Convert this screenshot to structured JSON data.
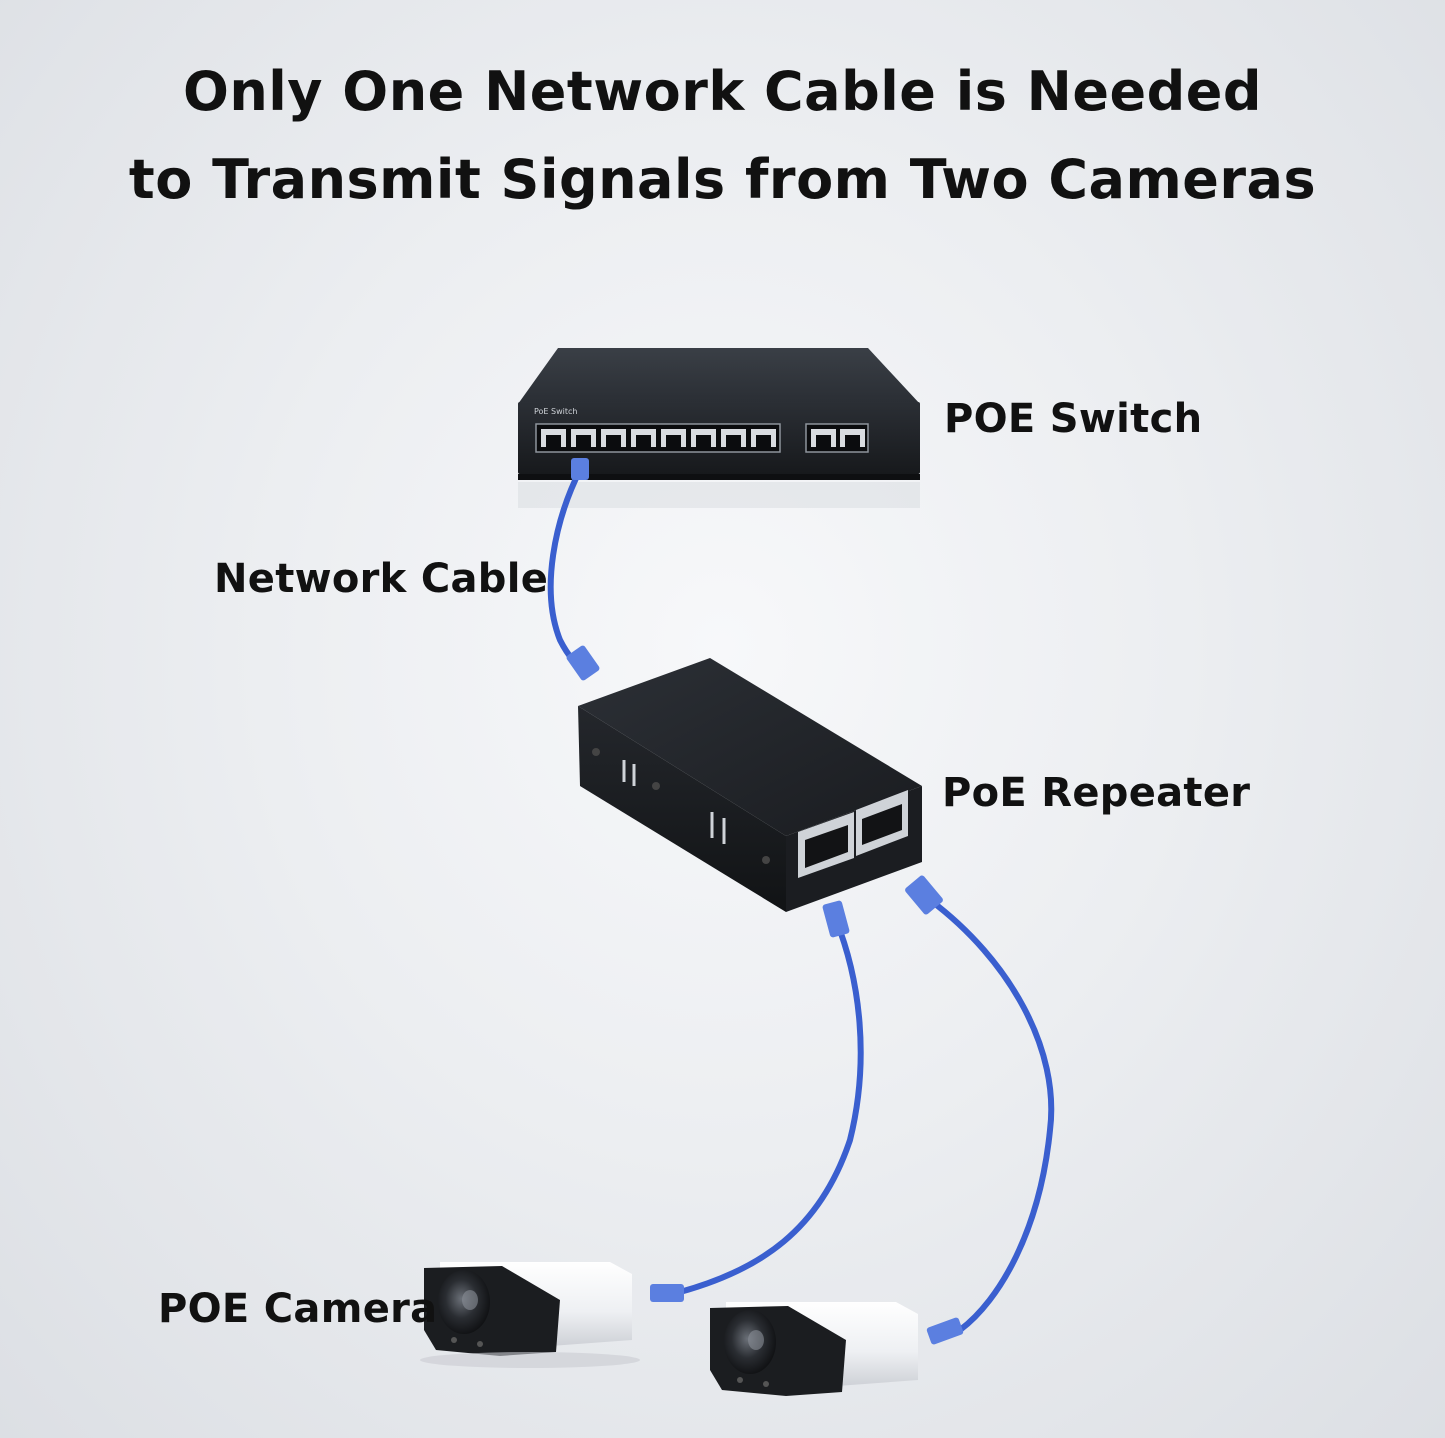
{
  "title": {
    "line1": "Only One Network Cable is Needed",
    "line2": "to Transmit Signals from Two Cameras"
  },
  "labels": {
    "poe_switch": "POE Switch",
    "network_cable": "Network Cable",
    "poe_repeater": "PoE Repeater",
    "poe_camera": "POE Camera"
  },
  "device_text": {
    "switch_brand": "PoE Switch"
  },
  "colors": {
    "cable": "#3a5fcf",
    "device_body": "#1f2226",
    "camera_body": "#f1f2f4"
  }
}
